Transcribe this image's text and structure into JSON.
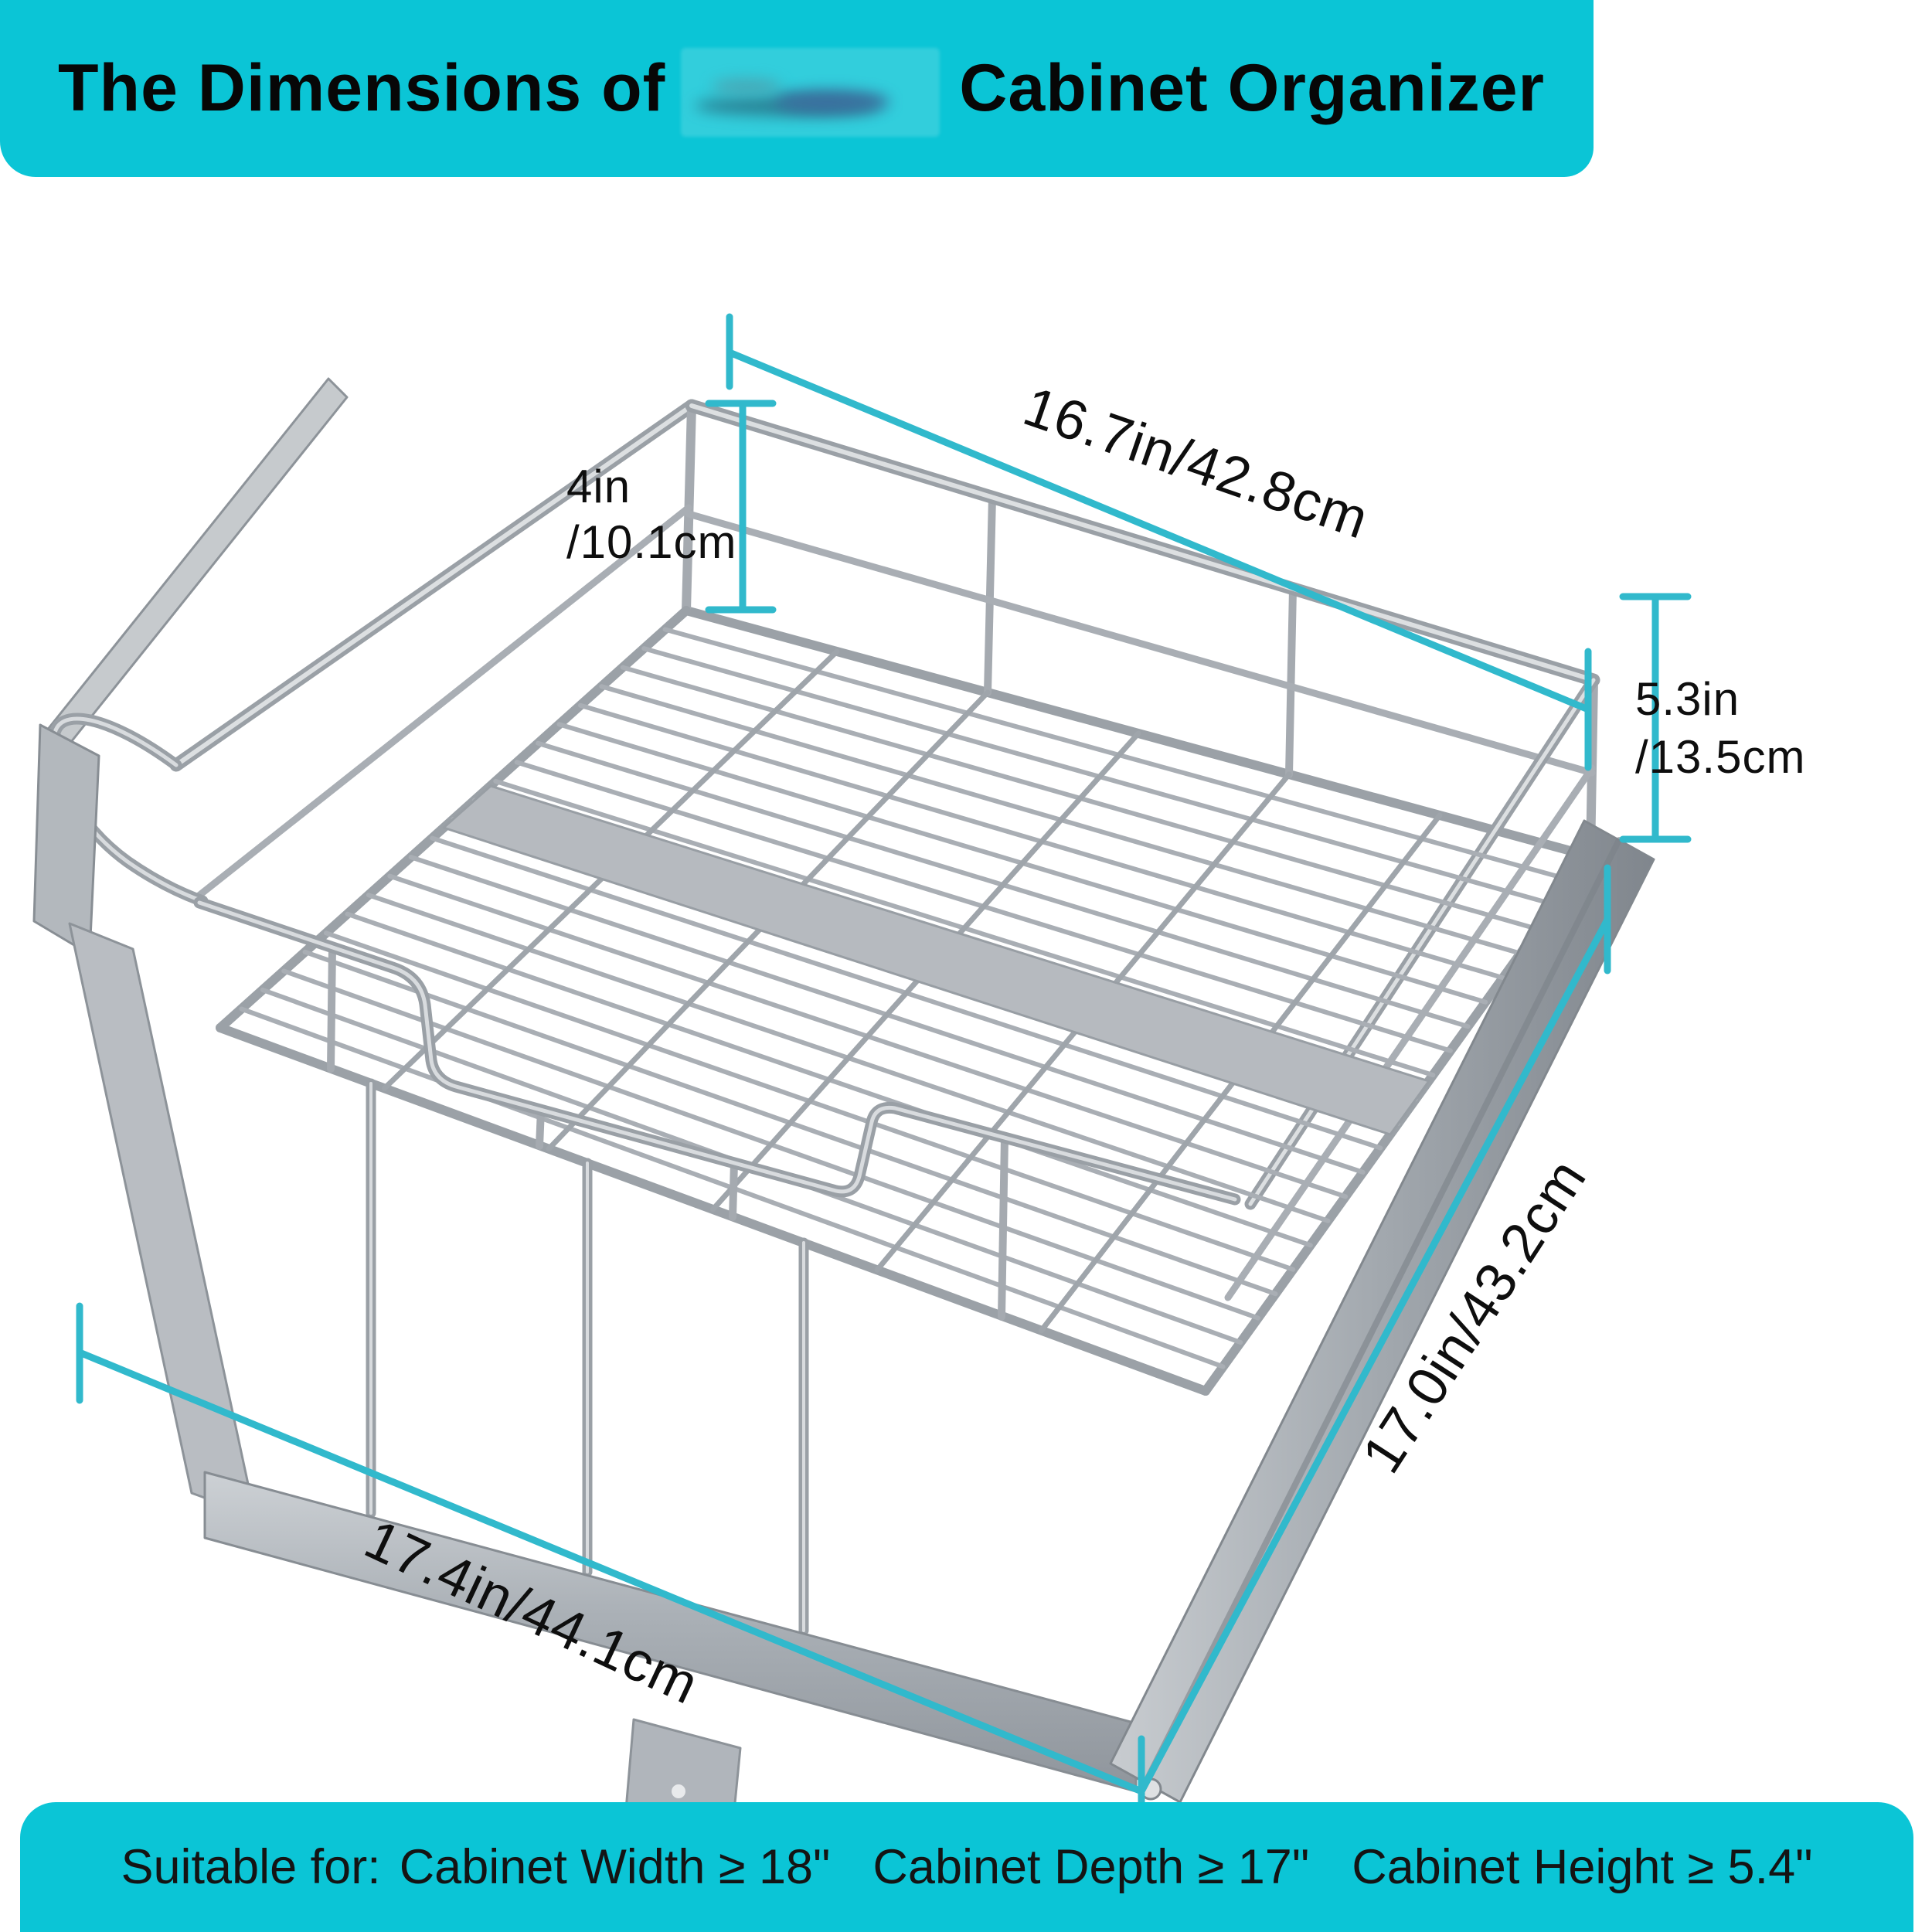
{
  "title": {
    "prefix": "The Dimensions of",
    "suffix": "Cabinet Organizer"
  },
  "dimensions": {
    "top_width": "16.7in/42.8cm",
    "back_height": [
      "4in",
      "/10.1cm"
    ],
    "right_height": [
      "5.3in",
      "/13.5cm"
    ],
    "depth": "17.0in/43.2cm",
    "bottom_width": "17.4in/44.1cm"
  },
  "footer": {
    "prefix": "Suitable for:",
    "requirements": [
      "Cabinet Width ≥ 18\"",
      "Cabinet Depth ≥ 17\"",
      "Cabinet Height ≥ 5.4\""
    ]
  },
  "colors": {
    "banner": "#0bc5d6",
    "dimension_line": "#31b9cc",
    "title_text": "#070707",
    "wire_metal": "#a9aeb4"
  },
  "product": {
    "name": "pull-out wire basket cabinet organizer"
  }
}
